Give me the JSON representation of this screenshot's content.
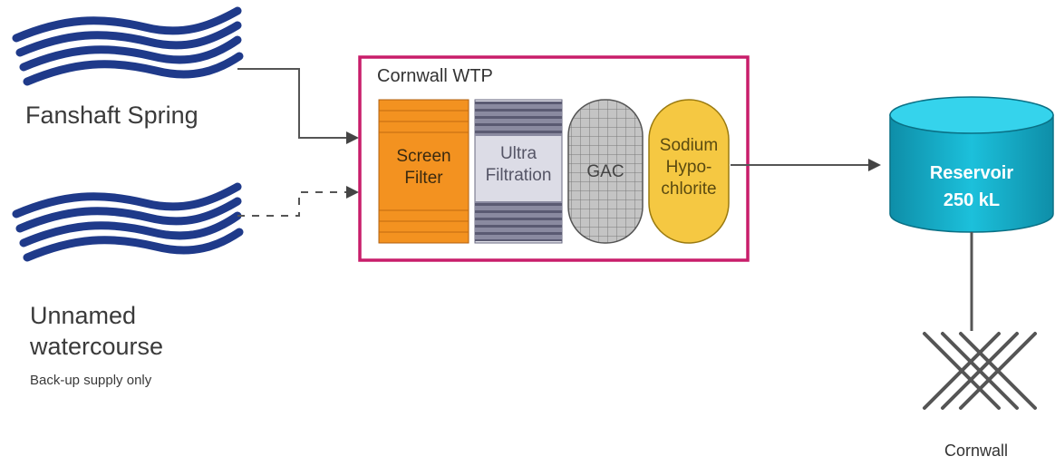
{
  "sources": {
    "primary": {
      "label": "Fanshaft Spring"
    },
    "backup": {
      "label_line1": "Unnamed",
      "label_line2": "watercourse",
      "note": "Back-up supply only"
    }
  },
  "plant": {
    "title": "Cornwall WTP",
    "stages": {
      "screen_line1": "Screen",
      "screen_line2": "Filter",
      "uf_line1": "Ultra",
      "uf_line2": "Filtration",
      "gac": "GAC",
      "hypo_line1": "Sodium",
      "hypo_line2": "Hypo-",
      "hypo_line3": "chlorite"
    }
  },
  "reservoir": {
    "line1": "Reservoir",
    "line2": "250 kL"
  },
  "network": {
    "label": "Cornwall"
  },
  "colors": {
    "wave": "#1f3a8a",
    "plant_border": "#c81d6a",
    "screen": "#f39220",
    "uf": "#c8c8d0",
    "gac": "#b8b8b8",
    "hypo": "#f5c842",
    "reservoir": "#12a7c4",
    "line": "#555555"
  }
}
